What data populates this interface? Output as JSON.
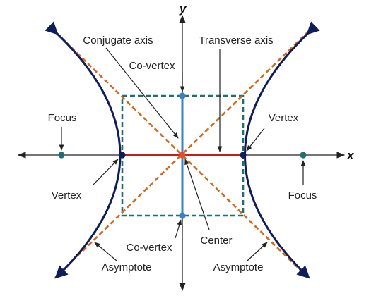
{
  "colors": {
    "axis": "#222222",
    "pointer": "#222222",
    "hyperbola": "#0f1e5a",
    "asymptote": "#d2691e",
    "box": "#1f6f6f",
    "transverse": "#c41e1e",
    "conjugate": "#3b82c4",
    "vertex": "#0f1e5a",
    "covertex": "#3b82c4",
    "focus": "#1f6f6f",
    "center": "#e0502a"
  },
  "labels": {
    "x_axis": "x",
    "y_axis": "y",
    "conjugate_axis": "Conjugate axis",
    "transverse_axis": "Transverse axis",
    "covertex_top": "Co-vertex",
    "covertex_bottom": "Co-vertex",
    "focus_left": "Focus",
    "focus_right": "Focus",
    "vertex_left": "Vertex",
    "vertex_right": "Vertex",
    "center": "Center",
    "asymptote_left": "Asymptote",
    "asymptote_right": "Asymptote"
  }
}
